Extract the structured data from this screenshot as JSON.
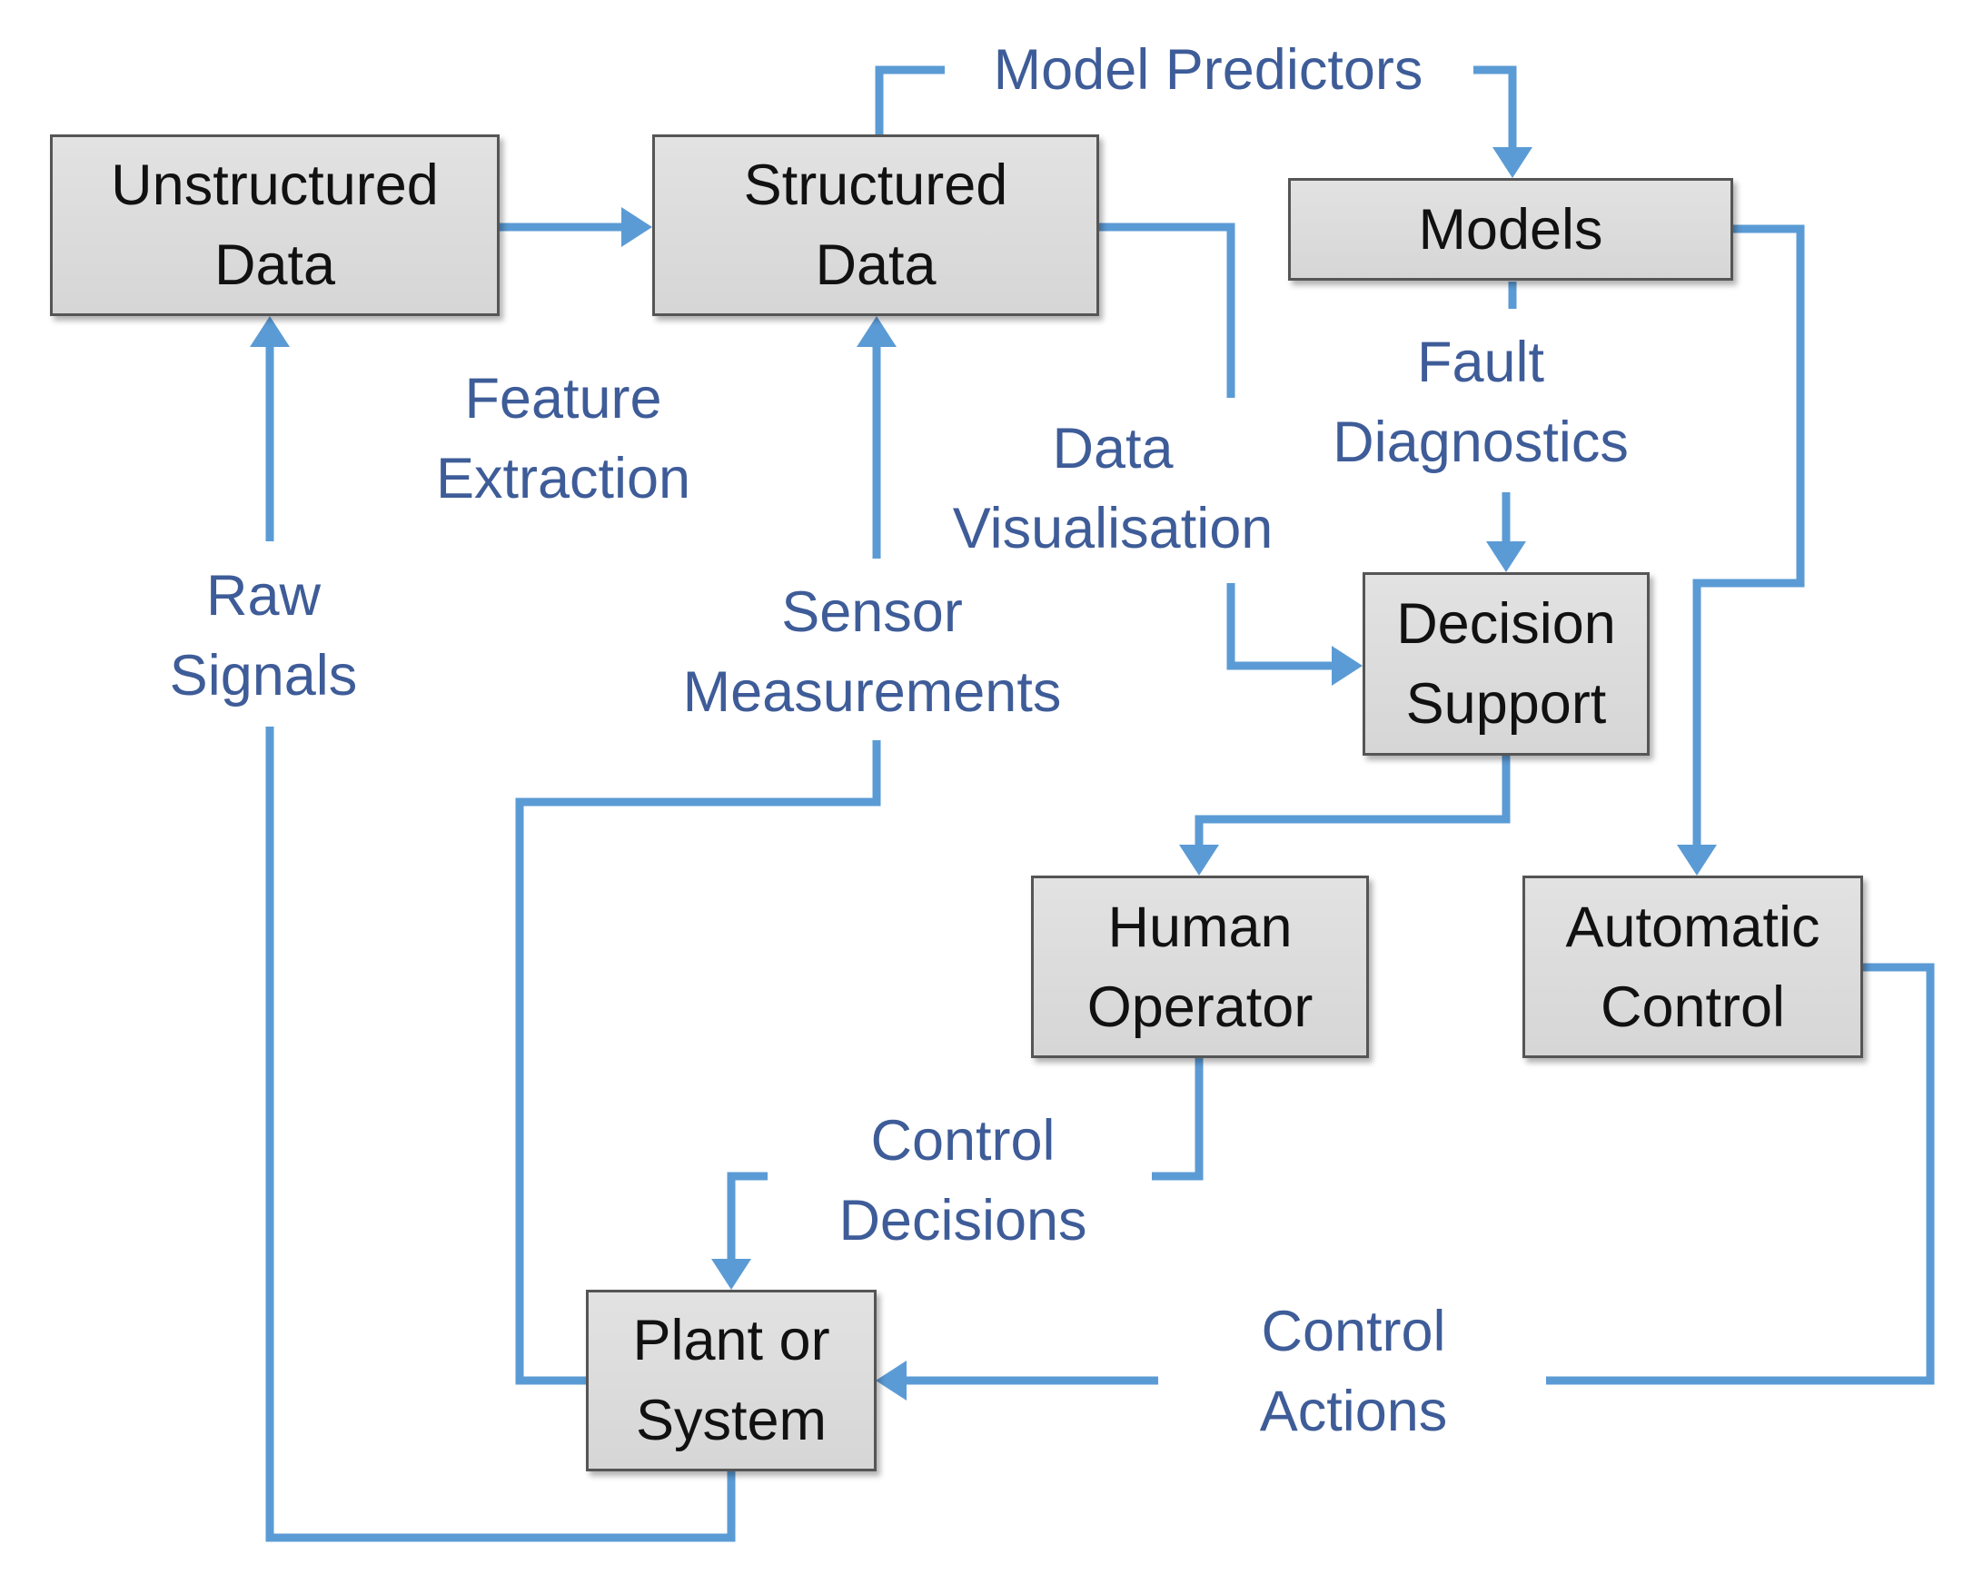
{
  "nodes": {
    "unstructured": "Unstructured\nData",
    "structured": "Structured\nData",
    "models": "Models",
    "decision_support": "Decision\nSupport",
    "human_operator": "Human\nOperator",
    "automatic_control": "Automatic\nControl",
    "plant": "Plant or\nSystem"
  },
  "edge_labels": {
    "model_predictors": "Model Predictors",
    "feature_extraction": "Feature\nExtraction",
    "data_visualisation": "Data\nVisualisation",
    "fault_diagnostics": "Fault\nDiagnostics",
    "raw_signals": "Raw\nSignals",
    "sensor_measurements": "Sensor\nMeasurements",
    "control_decisions": "Control\nDecisions",
    "control_actions": "Control\nActions"
  },
  "colors": {
    "connector": "#5b9bd5",
    "label_text": "#3e5c98",
    "box_fill": "#dcdcdc",
    "box_border": "#555555"
  }
}
